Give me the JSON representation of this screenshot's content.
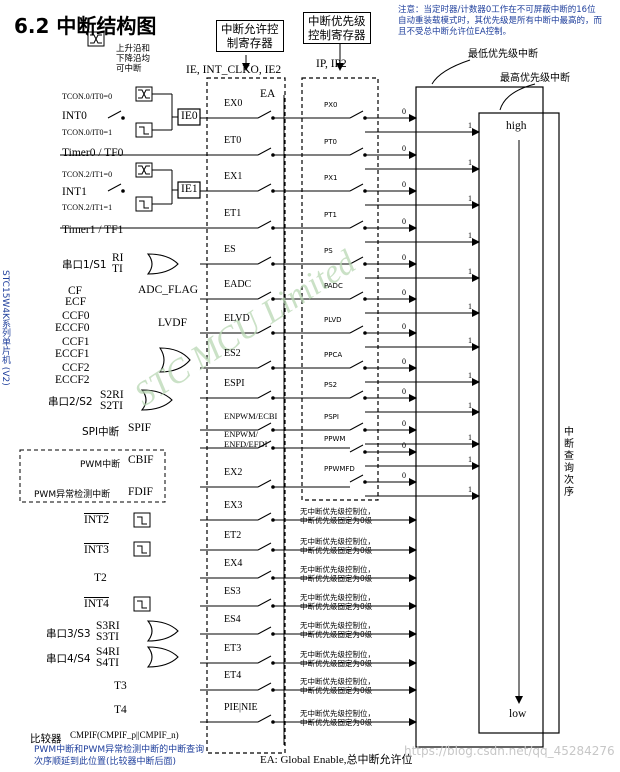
{
  "header": {
    "title": "6.2  中断结构图",
    "note": "注意：当定时器/计数器0工作在不可屏蔽中断的16位自动重装载模式时，其优先级是所有中断中最高的，而且不受总中断允许位EA控制。"
  },
  "legend": {
    "text": "上升沿和\n下降沿均\n可中断"
  },
  "boxes": {
    "enable_reg": "中断允许控\n制寄存器",
    "priority_reg": "中断优先级\n控制寄存器",
    "enable_bits": "IE, INT_CLKO, IE2",
    "priority_bits": "IP, IP2"
  },
  "queue": {
    "lowest_label": "最低优先级中断",
    "highest_label": "最高优先级中断",
    "high": "high",
    "low": "low",
    "query": "中\n断\n查\n询\n次\n序",
    "ea_label": "EA",
    "ea_footer": "EA: Global Enable,总中断允许位"
  },
  "sources": {
    "tcon0_0": "TCON.0/IT0=0",
    "int0": "INT0",
    "tcon0_1": "TCON.0/IT0=1",
    "ie0": "IE0",
    "timer0": "Timer0 / TF0",
    "tcon2_0": "TCON.2/IT1=0",
    "int1": "INT1",
    "tcon2_1": "TCON.2/IT1=1",
    "ie1": "IE1",
    "timer1": "Timer1 / TF1",
    "uart1": "串口1/S1",
    "ri": "RI",
    "ti": "TI",
    "cf": "CF",
    "ecf": "ECF",
    "adc_flag": "ADC_FLAG",
    "ccf0": "CCF0",
    "eccf0": "ECCF0",
    "lvdf": "LVDF",
    "ccf1": "CCF1",
    "eccf1": "ECCF1",
    "ccf2": "CCF2",
    "eccf2": "ECCF2",
    "uart2": "串口2/S2",
    "s2ri": "S2RI",
    "s2ti": "S2TI",
    "spi": "SPI中断",
    "spif": "SPIF",
    "pwm": "PWM中断",
    "cbif": "CBIF",
    "pwm_fd": "PWM异常检测中断",
    "fdif": "FDIF",
    "int2": "INT2",
    "int3": "INT3",
    "t2": "T2",
    "int4": "INT4",
    "uart3": "串口3/S3",
    "s3ri": "S3RI",
    "s3ti": "S3TI",
    "uart4": "串口4/S4",
    "s4ri": "S4RI",
    "s4ti": "S4TI",
    "t3": "T3",
    "t4": "T4",
    "comparator": "比较器",
    "cmpif": "CMPIF(CMPIF_p||CMPIF_n)",
    "footnote": "PWM中断和PWM异常检测中断的中断查询\n次序顺延到此位置(比较器中断后面)"
  },
  "enable_switches": [
    "EX0",
    "ET0",
    "EX1",
    "ET1",
    "ES",
    "EADC",
    "ELVD",
    "ES2",
    "ESPI",
    "ENPWM/ECBI",
    "ENPWM/\nENFD/EFDI",
    "EX2",
    "EX3",
    "ET2",
    "EX4",
    "ES3",
    "ES4",
    "ET3",
    "ET4",
    "PIE|NIE"
  ],
  "priority_switches": [
    "PX0",
    "PT0",
    "PX1",
    "PT1",
    "PS",
    "PADC",
    "PLVD",
    "PPCA",
    "PS2",
    "PSPI",
    "PPWM",
    "PPWMFD"
  ],
  "no_priority_note": "无中断优先级控制位，\n中断优先级固定为0级",
  "bit0": "0",
  "bit1": "1",
  "side_text": "STC15W4K系列单片机 (V2)",
  "watermark": "STC  MCU  Limited",
  "csdn": "https://blog.csdn.net/qq_45284276"
}
